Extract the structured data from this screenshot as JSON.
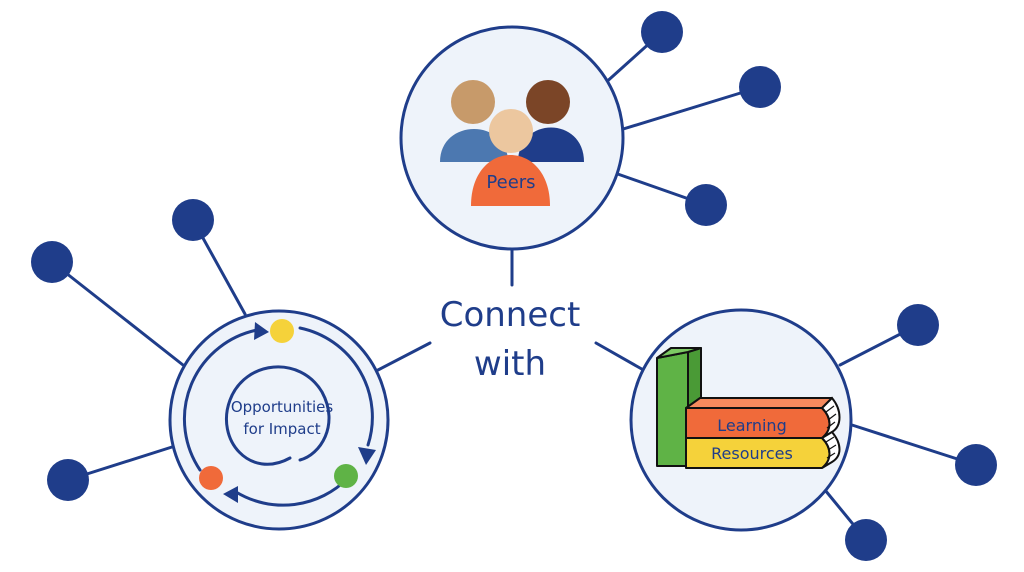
{
  "center": {
    "line1": "Connect",
    "line2": "with"
  },
  "nodes": {
    "peers": {
      "label": "Peers"
    },
    "opportunities": {
      "line1": "Opportunities",
      "line2": "for Impact"
    },
    "resources": {
      "book1": "Learning",
      "book2": "Resources"
    }
  },
  "colors": {
    "navy": "#1f3d8a",
    "circle_fill": "#eef3fa",
    "orange": "#f06a3a",
    "yellow": "#f5d23a",
    "green": "#5fb346",
    "person_tan": "#c79a6a",
    "person_blue": "#4c78b0",
    "person_brown": "#7b4527",
    "person_light": "#ecc79f"
  }
}
